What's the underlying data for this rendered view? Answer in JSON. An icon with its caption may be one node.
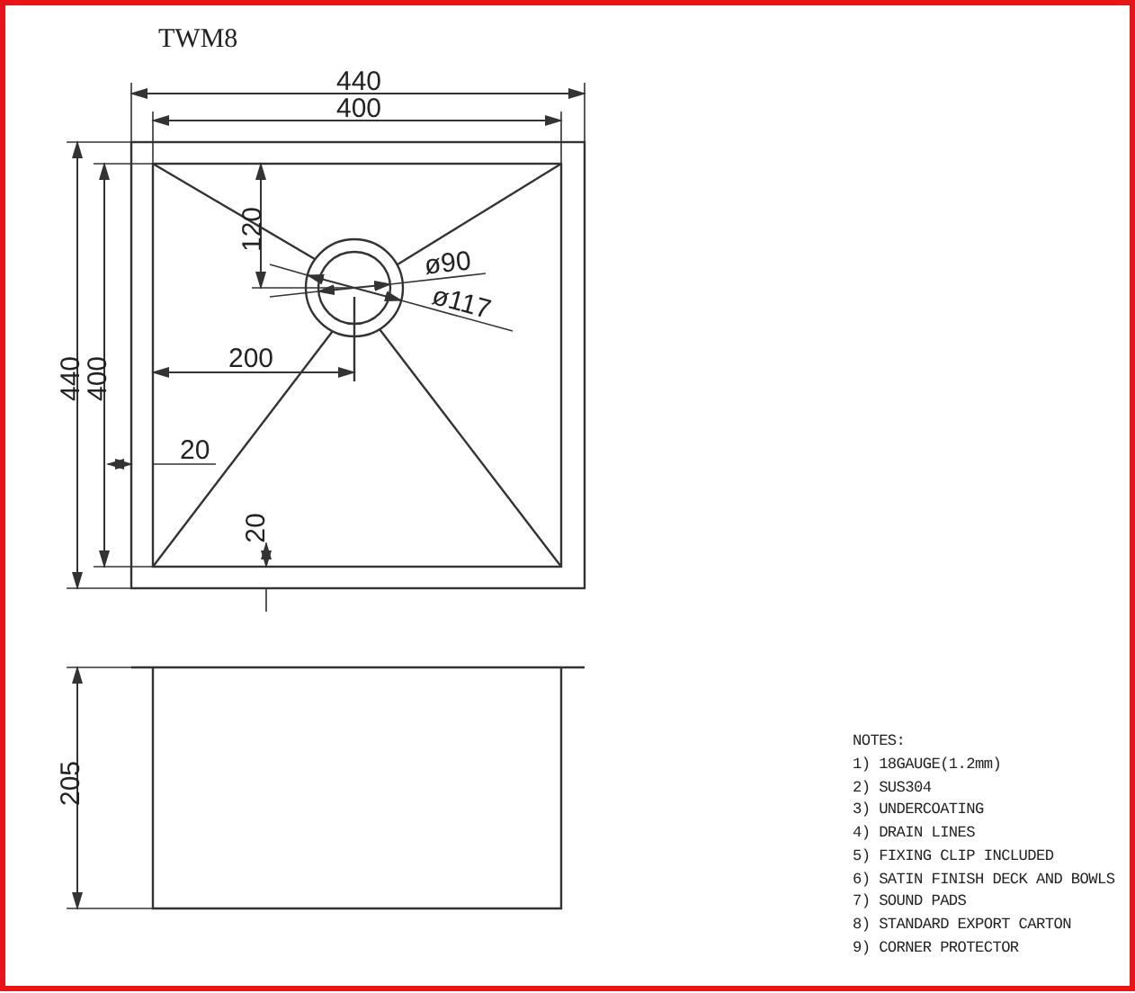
{
  "diagram": {
    "title": "TWM8",
    "labels": [
      "440",
      "400",
      "440",
      "400",
      "120",
      "ø90",
      "ø117",
      "200",
      "20",
      "20",
      "205",
      "NOTES:",
      "1) 18GAUGE(1.2mm)",
      "2) SUS304",
      "3) UNDERCOATING",
      "4) DRAIN LINES",
      "5) FIXING CLIP INCLUDED",
      "6) SATIN FINISH DECK AND BOWLS",
      "7) SOUND PADS",
      "8) STANDARD EXPORT CARTON",
      "9) CORNER PROTECTOR"
    ]
  }
}
